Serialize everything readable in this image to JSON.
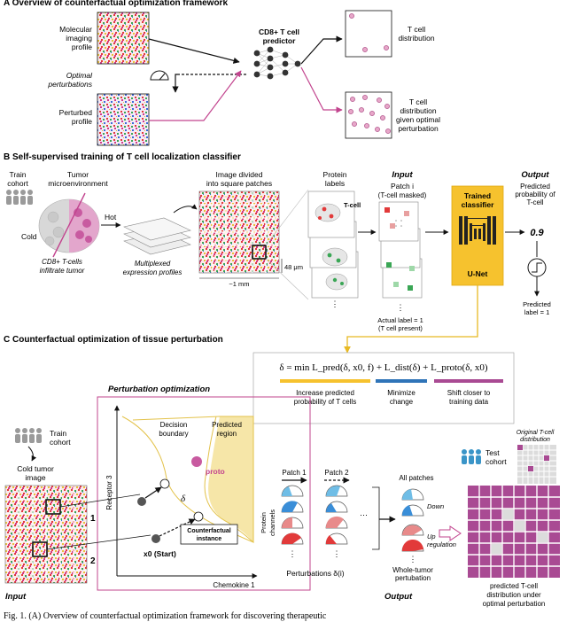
{
  "panelA": {
    "header": "A  Overview of counterfactual optimization framework",
    "mol_label_1": "Molecular",
    "mol_label_2": "imaging",
    "mol_label_3": "profile",
    "opt_label_1": "Optimal",
    "opt_label_2": "perturbations",
    "pert_label_1": "Perturbed",
    "pert_label_2": "profile",
    "predictor_1": "CD8+ T cell",
    "predictor_2": "predictor",
    "out1_1": "T cell",
    "out1_2": "distribution",
    "out2_1": "T cell",
    "out2_2": "distribution",
    "out2_3": "given optimal",
    "out2_4": "perturbation"
  },
  "panelB": {
    "header": "B  Self-supervised training of T cell localization classifier",
    "train_1": "Train",
    "train_2": "cohort",
    "tme_1": "Tumor",
    "tme_2": "microenvironment",
    "hot": "Hot",
    "cold": "Cold",
    "cd8_1": "CD8+ T-cells",
    "cd8_2": "infiltrate tumor",
    "mpx_1": "Multiplexed",
    "mpx_2": "expression profiles",
    "divided_1": "Image divided",
    "divided_2": "into square patches",
    "um48": "48 μm",
    "mm1": "~1 mm",
    "protein_1": "Protein",
    "protein_2": "labels",
    "tcell": "T-cell",
    "input": "Input",
    "patch_1": "Patch i",
    "patch_2": "(T-cell masked)",
    "actual_1": "Actual label = 1",
    "actual_2": "(T cell present)",
    "trained_1": "Trained",
    "trained_2": "classifier",
    "unet": "U-Net",
    "output": "Output",
    "pred_1": "Predicted",
    "pred_2": "probability of",
    "pred_3": "T-cell",
    "prob": "0.9",
    "plabel_1": "Predicted",
    "plabel_2": "label = 1"
  },
  "panelC": {
    "header": "C  Counterfactual optimization of tissue perturbation",
    "equation": "δ = min L_pred(δ, x0, f) + L_dist(δ) + L_proto(δ, x0)",
    "eq1_1": "Increase predicted",
    "eq1_2": "probability of T cells",
    "eq2_1": "Minimize",
    "eq2_2": "change",
    "eq3_1": "Shift closer to",
    "eq3_2": "training data",
    "popt": "Perturbation optimization",
    "train_1": "Train",
    "train_2": "cohort",
    "cold_1": "Cold tumor",
    "cold_2": "image",
    "input": "Input",
    "n1": "1",
    "n2": "2",
    "decision_1": "Decision",
    "decision_2": "boundary",
    "predicted_1": "Predicted",
    "predicted_2": "region",
    "proto": "proto",
    "delta": "δ",
    "cf_1": "Counterfactual",
    "cf_2": "instance",
    "x0": "x0 (Start)",
    "receptor": "Receptor 3",
    "chemokine": "Chemokine 1",
    "patch1": "Patch 1",
    "patch2": "Patch 2",
    "channels_1": "Protein",
    "channels_2": "channels",
    "perturb": "Perturbations δ(i)",
    "allp": "All patches",
    "down": "Down",
    "up_1": "Up",
    "up_2": "regulation",
    "whole_1": "Whole-tumor",
    "whole_2": "pertubation",
    "output": "Output",
    "test_1": "Test",
    "test_2": "cohort",
    "orig_1": "Original T-cell",
    "orig_2": "distribution",
    "predd_1": "predicted T-cell",
    "predd_2": "distribution under",
    "predd_3": "optimal perturbation"
  },
  "caption": "Fig. 1. (A) Overview of counterfactual optimization framework for discovering therapeutic"
}
